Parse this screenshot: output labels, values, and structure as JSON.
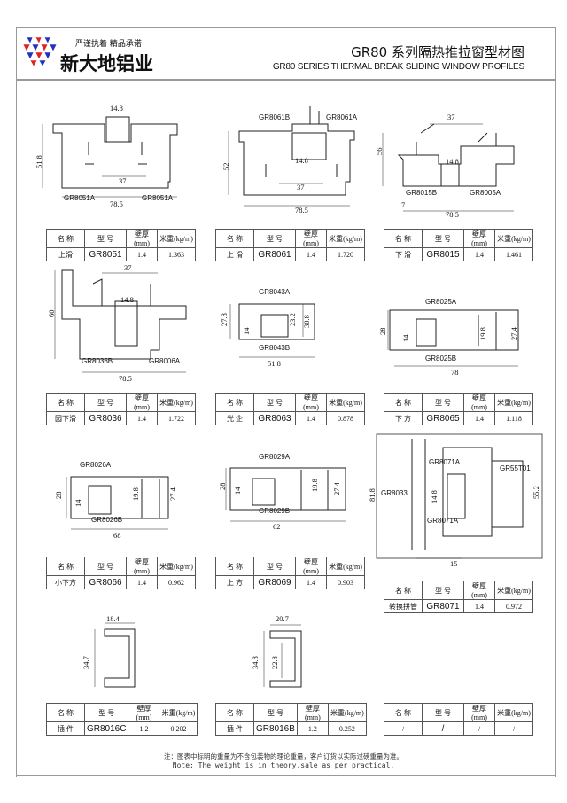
{
  "header": {
    "slogan": "严谨执着 精品承诺",
    "brand": "新大地铝业",
    "title_cn": "GR80 系列隔热推拉窗型材图",
    "title_en": "GR80 SERIES THERMAL BREAK SLIDING WINDOW PROFILES"
  },
  "table_headers": [
    "名 称",
    "型 号",
    "壁厚(mm)",
    "米重(kg/m)"
  ],
  "profiles": [
    {
      "labels": [
        "14.8",
        "51.8",
        "37",
        "GR8051A",
        "GR8051A",
        "78.5"
      ],
      "row": [
        "上滑",
        "GR8051",
        "1.4",
        "1.363"
      ]
    },
    {
      "labels": [
        "GR8061B",
        "GR8061A",
        "52",
        "14.8",
        "37",
        "78.5"
      ],
      "row": [
        "上 滑",
        "GR8061",
        "1.4",
        "1.720"
      ]
    },
    {
      "labels": [
        "37",
        "56",
        "14.8",
        "GR8015B",
        "GR8005A",
        "7",
        "78.5"
      ],
      "row": [
        "下 滑",
        "GR8015",
        "1.4",
        "1.461"
      ]
    },
    {
      "labels": [
        "37",
        "14.8",
        "60",
        "GR8036B",
        "GR8006A",
        "78.5"
      ],
      "row": [
        "园下滑",
        "GR8036",
        "1.4",
        "1.722"
      ]
    },
    {
      "labels": [
        "GR8043A",
        "27.8",
        "14",
        "23.2",
        "30.8",
        "GR8043B",
        "51.8"
      ],
      "row": [
        "光 企",
        "GR8063",
        "1.4",
        "0.878"
      ]
    },
    {
      "labels": [
        "GR8025A",
        "28",
        "14",
        "19.8",
        "27.4",
        "GR8025B",
        "78"
      ],
      "row": [
        "下 方",
        "GR8065",
        "1.4",
        "1.118"
      ]
    },
    {
      "labels": [
        "GR8026A",
        "28",
        "14",
        "19.8",
        "27.4",
        "GR8026B",
        "68"
      ],
      "row": [
        "小下方",
        "GR8066",
        "1.4",
        "0.962"
      ]
    },
    {
      "labels": [
        "GR8029A",
        "28",
        "14",
        "19.8",
        "27.4",
        "GR8029B",
        "62"
      ],
      "row": [
        "上 方",
        "GR8069",
        "1.4",
        "0.903"
      ]
    },
    {
      "labels": [
        "GR8071A",
        "GR55T01",
        "81.8",
        "GR8033",
        "14.8",
        "55.2",
        "GR8071A",
        "15"
      ],
      "row": [
        "转换拼管",
        "GR8071",
        "1.4",
        "0.972"
      ]
    },
    {
      "labels": [
        "18.4",
        "34.7"
      ],
      "row": [
        "插 件",
        "GR8016C",
        "1.2",
        "0.202"
      ]
    },
    {
      "labels": [
        "20.7",
        "34.8",
        "22.8"
      ],
      "row": [
        "插 件",
        "GR8016B",
        "1.2",
        "0.252"
      ]
    },
    {
      "labels": [],
      "row": [
        "/",
        "/",
        "/",
        "/"
      ]
    }
  ],
  "footer": {
    "note_cn": "注：图表中标明的重量为不含包装物的理论重量，客户订货以实际过磅重量为准。",
    "note_en": "Note: The weight is in theory,sale as per practical."
  }
}
